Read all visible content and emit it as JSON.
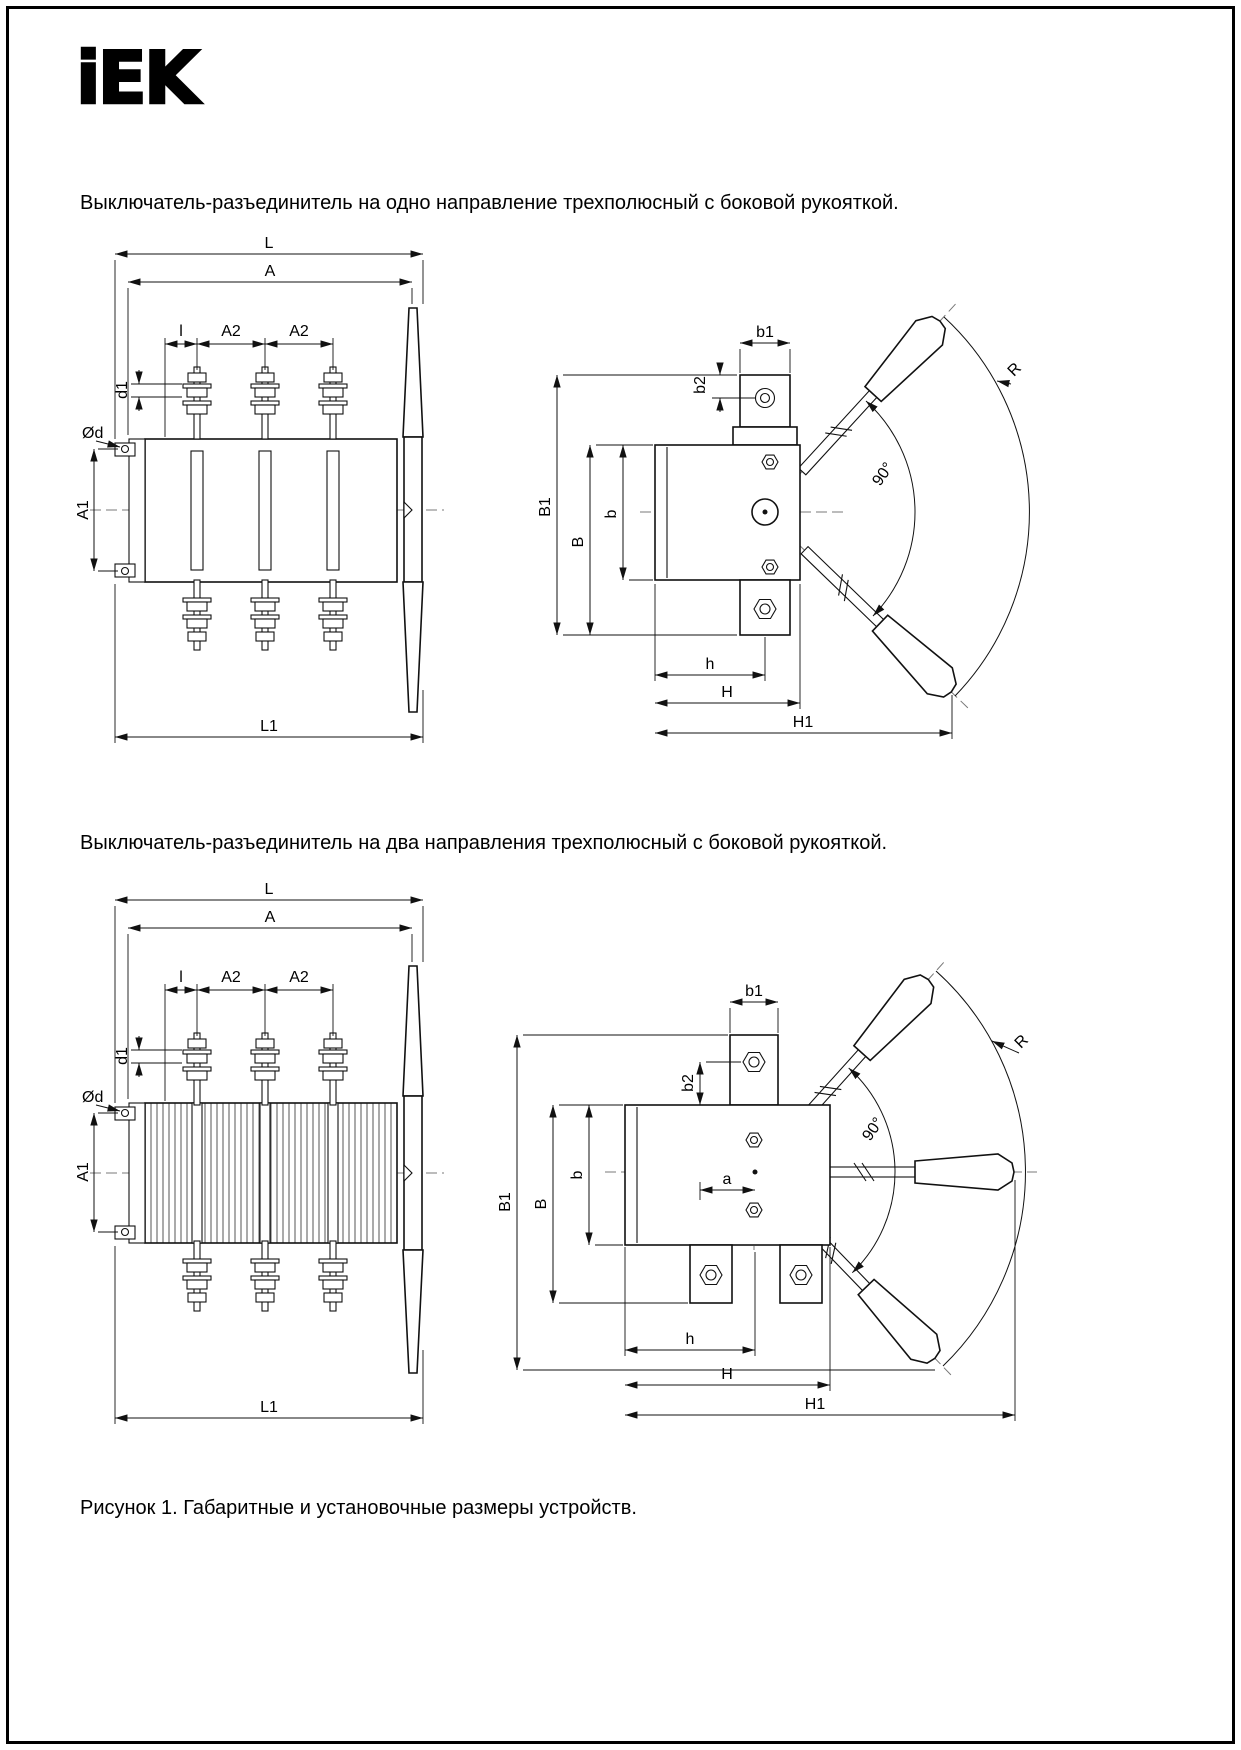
{
  "page": {
    "logo": "iEK",
    "title_one_direction": "Выключатель-разъединитель на одно направление трехполюсный с боковой рукояткой.",
    "title_two_directions": "Выключатель-разъединитель на два направления трехполюсный с боковой рукояткой.",
    "caption": "Рисунок 1. Габаритные и установочные размеры устройств."
  },
  "dims": {
    "L": "L",
    "A": "A",
    "l": "l",
    "A2": "A2",
    "d1": "d1",
    "Od": "Ød",
    "A1": "A1",
    "L1": "L1",
    "B1": "B1",
    "B": "B",
    "b": "b",
    "b1": "b1",
    "b2": "b2",
    "a": "a",
    "h": "h",
    "H": "H",
    "H1": "H1",
    "R": "R",
    "angle90": "90°"
  }
}
